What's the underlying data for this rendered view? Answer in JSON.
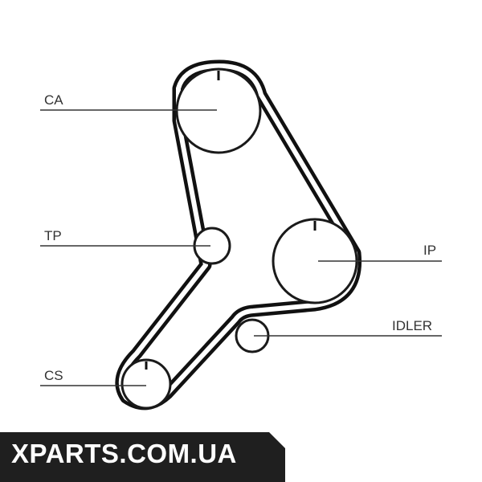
{
  "labels": {
    "ca": "CA",
    "tp": "TP",
    "ip": "IP",
    "idler": "IDLER",
    "cs": "CS"
  },
  "watermark": {
    "text": "XPARTS.COM.UA"
  },
  "colors": {
    "belt": "#111111",
    "label": "#333333",
    "watermark_bg": "#1f1f1f",
    "watermark_text": "#ffffff"
  }
}
